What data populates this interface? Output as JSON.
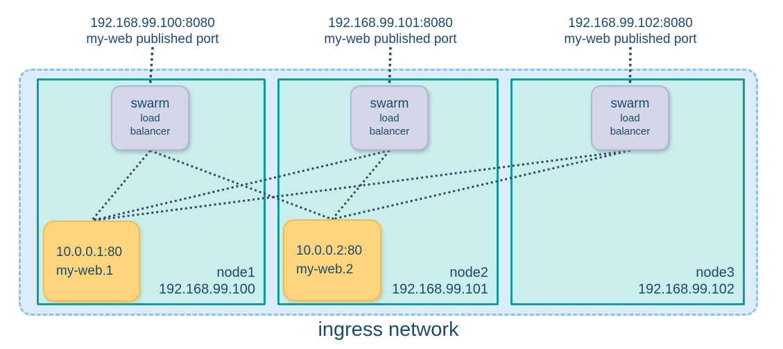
{
  "diagram": {
    "published_ports": [
      {
        "address": "192.168.99.100:8080",
        "caption": "my-web published port"
      },
      {
        "address": "192.168.99.101:8080",
        "caption": "my-web published port"
      },
      {
        "address": "192.168.99.102:8080",
        "caption": "my-web published port"
      }
    ],
    "nodes": [
      {
        "name": "node1",
        "ip": "192.168.99.100",
        "lb": {
          "line1": "swarm",
          "line2": "load",
          "line3": "balancer"
        },
        "task": {
          "address": "10.0.0.1:80",
          "name": "my-web.1"
        }
      },
      {
        "name": "node2",
        "ip": "192.168.99.101",
        "lb": {
          "line1": "swarm",
          "line2": "load",
          "line3": "balancer"
        },
        "task": {
          "address": "10.0.0.2:80",
          "name": "my-web.2"
        }
      },
      {
        "name": "node3",
        "ip": "192.168.99.102",
        "lb": {
          "line1": "swarm",
          "line2": "load",
          "line3": "balancer"
        },
        "task": null
      }
    ],
    "network_label": "ingress network",
    "connections": [
      {
        "from": "lb-node1",
        "to": "task-my-web-1"
      },
      {
        "from": "lb-node1",
        "to": "task-my-web-2"
      },
      {
        "from": "lb-node2",
        "to": "task-my-web-1"
      },
      {
        "from": "lb-node2",
        "to": "task-my-web-2"
      },
      {
        "from": "lb-node3",
        "to": "task-my-web-1"
      },
      {
        "from": "lb-node3",
        "to": "task-my-web-2"
      }
    ],
    "port_lines": [
      {
        "from": "published-port-label-1",
        "to": "lb-node1"
      },
      {
        "from": "published-port-label-2",
        "to": "lb-node2"
      },
      {
        "from": "published-port-label-3",
        "to": "lb-node3"
      }
    ],
    "colors": {
      "text": "#1d4a6a",
      "line": "#2e4a5e",
      "node_border": "#0d9b9b",
      "node_fill": "#c9eeeb",
      "ingress_fill": "#dcecf8",
      "ingress_border": "#8cc3e3",
      "lb_fill": "#d3d7e8",
      "lb_border": "#b2b7d1",
      "task_fill": "#fcd57e",
      "task_border": "#efbe52"
    }
  }
}
